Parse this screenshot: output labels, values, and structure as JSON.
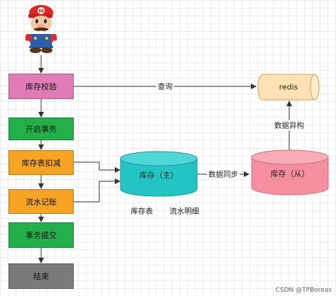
{
  "nodes": {
    "inventory_check": "库存校验",
    "begin_transaction": "开启事务",
    "deduct_inventory": "库存表扣减",
    "journal_entry": "流水记账",
    "commit_transaction": "事务提交",
    "end": "结束",
    "redis": "redis",
    "db_master": "库存（主）",
    "db_slave": "库存（从）"
  },
  "edges": {
    "query": "查询",
    "data_sync": "数据同步",
    "data_async": "数据异构"
  },
  "annotations": {
    "inventory_table": "库存表",
    "journal_detail": "流水明细"
  },
  "watermark": "CSDN @TPBoreas",
  "colors": {
    "inventory_check": "#e07bb5",
    "begin_transaction": "#23b04a",
    "deduct_inventory": "#f7a423",
    "journal_entry": "#f7a423",
    "commit_transaction": "#23b04a",
    "end": "#7a7a7a",
    "redis": "#ffe2b3",
    "db_master": "#22c4c4",
    "db_slave": "#f58e9f"
  },
  "icons": {
    "user": "mario-icon"
  }
}
